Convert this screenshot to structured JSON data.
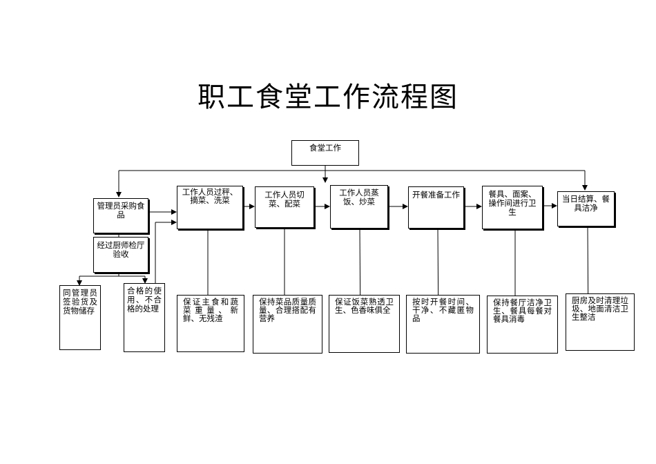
{
  "title": "职工食堂工作流程图",
  "root": "食堂工作",
  "purchase": "管理员采购食品",
  "inspect": "经过厨师检厅验收",
  "storage": "同管理员签验货及货物储存",
  "unqualified": "合格的使用、不合格的处理",
  "steps": [
    "工作人员过秤、摘菜、洗菜",
    "工作人员切菜、配菜",
    "工作人员蒸饭、炒菜",
    "开餐准备工作",
    "餐具、面案、操作间进行卫生",
    "当日结算、餐具洁净"
  ],
  "notes": [
    "保证主食和蔬菜重量、新鲜、无残渣",
    "保持菜品质量质量、合理搭配有营养",
    "保证饭菜熟透卫生、色香味俱全",
    "按时开餐时间、干净、不藏匿物品",
    "保持餐厅洁净卫生、餐具每餐对餐具消毒",
    "厨房及时清理垃圾、地面清洁卫生整洁"
  ]
}
